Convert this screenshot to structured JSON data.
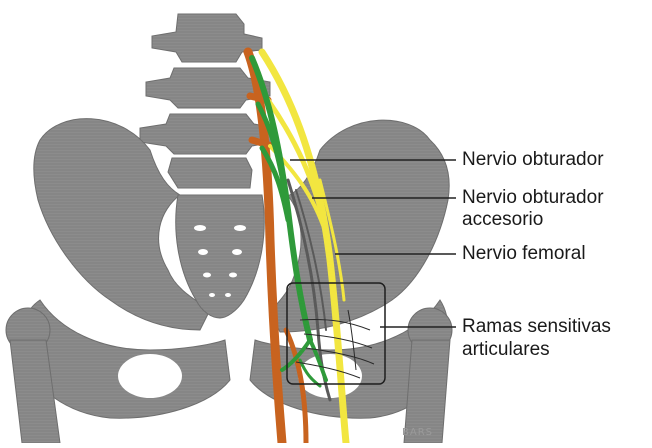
{
  "labels": {
    "obturador": "Nervio obturador",
    "accesorio_line1": "Nervio obturador",
    "accesorio_line2": "accesorio",
    "femoral": "Nervio femoral",
    "ramas_line1": "Ramas sensitivas",
    "ramas_line2": "articulares"
  },
  "signature": "BARS",
  "colors": {
    "bone": "#8c8c8c",
    "bone_dark": "#6e6e6e",
    "obturator_nerve": "#2f9a3a",
    "femoral_nerve": "#f2e640",
    "psoas_muscle": "#c8631f",
    "accessory_obturator_nerve": "#5a5a5a",
    "leader_line": "#222222"
  }
}
